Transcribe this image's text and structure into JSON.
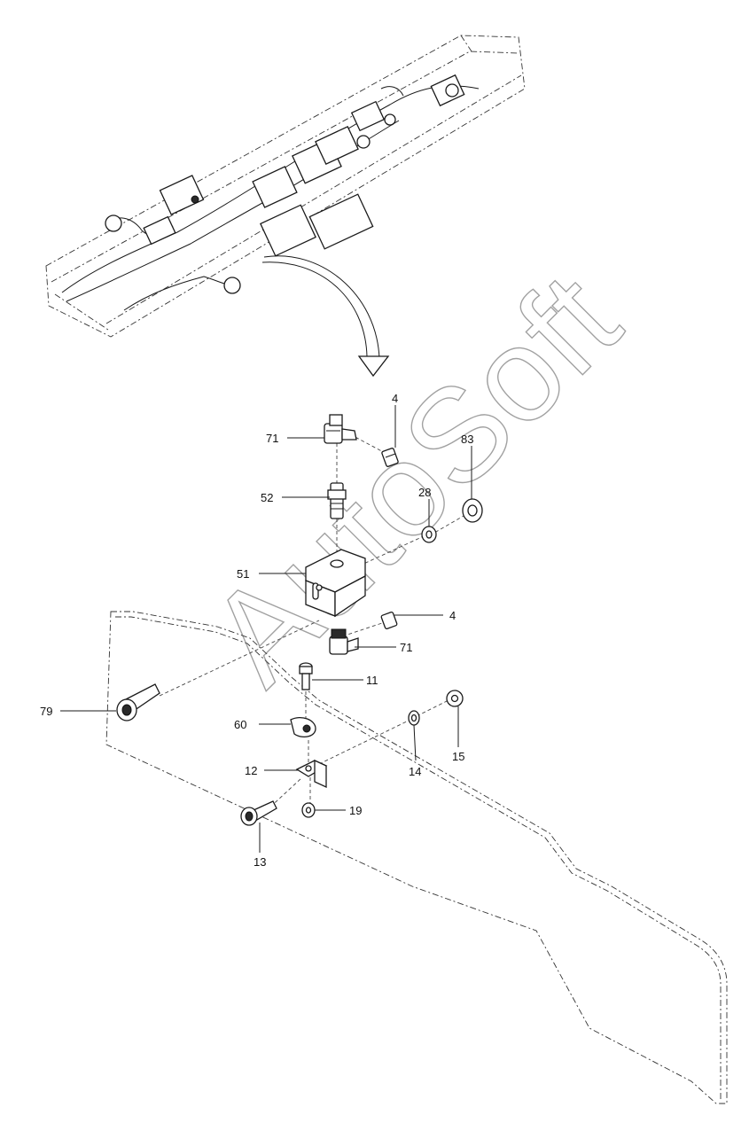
{
  "diagram": {
    "watermark": "AutoSoft",
    "labels": {
      "l4_top": "4",
      "l71_top": "71",
      "l83": "83",
      "l28": "28",
      "l52": "52",
      "l51": "51",
      "l4_mid": "4",
      "l71_mid": "71",
      "l11": "11",
      "l79": "79",
      "l60": "60",
      "l15": "15",
      "l12": "12",
      "l14": "14",
      "l19": "19",
      "l13": "13"
    },
    "parts": [
      {
        "ref": "4",
        "name": "fitting-insert"
      },
      {
        "ref": "71",
        "name": "elbow-fitting"
      },
      {
        "ref": "83",
        "name": "nut"
      },
      {
        "ref": "28",
        "name": "washer"
      },
      {
        "ref": "52",
        "name": "straight-connector"
      },
      {
        "ref": "51",
        "name": "bracket"
      },
      {
        "ref": "11",
        "name": "screw"
      },
      {
        "ref": "79",
        "name": "bolt"
      },
      {
        "ref": "60",
        "name": "clip"
      },
      {
        "ref": "15",
        "name": "nut"
      },
      {
        "ref": "12",
        "name": "angle-bracket"
      },
      {
        "ref": "14",
        "name": "washer"
      },
      {
        "ref": "19",
        "name": "nut"
      },
      {
        "ref": "13",
        "name": "bolt"
      }
    ]
  }
}
